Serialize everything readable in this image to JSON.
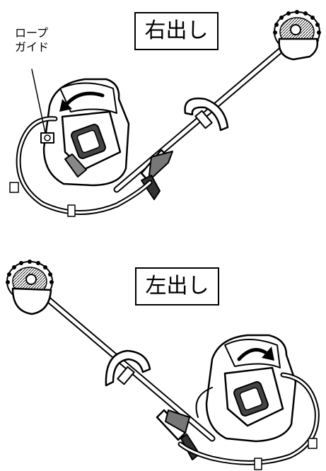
{
  "labels": {
    "right_exit": "右出し",
    "left_exit": "左出し"
  },
  "callout": {
    "line1": "ロープ",
    "line2": "ガイド"
  },
  "icons": [
    "brush-cutter-right-illustration",
    "brush-cutter-left-illustration",
    "rotation-arrow-icon"
  ],
  "colors": {
    "ink": "#000000",
    "paper": "#ffffff",
    "shade": "#555555"
  }
}
